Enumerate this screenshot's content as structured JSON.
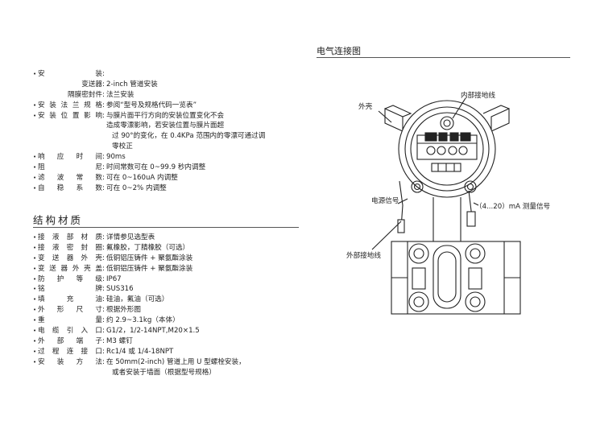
{
  "specs": [
    {
      "label": "安　　装",
      "value": ""
    },
    {
      "label": "变送器",
      "value": "2-inch 管道安装",
      "sub": true
    },
    {
      "label": "隔膜密封件",
      "value": "法兰安装",
      "sub": true
    },
    {
      "label": "安装法兰规格",
      "value": "参阅“型号及规格代码一览表”"
    },
    {
      "label": "安装位置影响",
      "value": "与膜片面平行方向的安装位置变化不会"
    },
    {
      "label": "",
      "value": "造成零漂影响，若安装位置与膜片面超",
      "cont": 1
    },
    {
      "label": "",
      "value": "过 90°的变化，在 0.4KPa 范围内的零漂可通过调",
      "cont": 2
    },
    {
      "label": "",
      "value": "零校正",
      "cont": 2
    },
    {
      "label": "响应时间",
      "value": "90ms"
    },
    {
      "label": "阻　　尼",
      "value": "时间常数可在 0~99.9 秒内调整"
    },
    {
      "label": "滤波常数",
      "value": "可在 0~160uA 内调整"
    },
    {
      "label": "自稳系数",
      "value": "可在 0~2% 内调整"
    }
  ],
  "materials_title": "结构材质",
  "materials": [
    {
      "label": "接液部材质",
      "value": "详情参见选型表"
    },
    {
      "label": "接液密封圈",
      "value": "氟橡胶，丁腈橡胶（可选）"
    },
    {
      "label": "变送器外壳",
      "value": "低铜铝压铸件 + 聚氨酯涂装"
    },
    {
      "label": "变送器外壳盖",
      "value": "低铜铝压铸件 + 聚氨酯涂装"
    },
    {
      "label": "防护等级",
      "value": "IP67"
    },
    {
      "label": "铭　　牌",
      "value": "SUS316"
    },
    {
      "label": "填　充　油",
      "value": "硅油，氟油（可选）"
    },
    {
      "label": "外形尺寸",
      "value": "根据外形图"
    },
    {
      "label": "重　　量",
      "value": "约 2.9~3.1kg（本体）"
    },
    {
      "label": "电缆引入口",
      "value": "G1/2，1/2-14NPT,M20×1.5"
    },
    {
      "label": "外部端子",
      "value": "M3 螺钉"
    },
    {
      "label": "过程连接口",
      "value": "Rc1/4 或 1/4-18NPT"
    },
    {
      "label": "安装方法",
      "value": "在 50mm(2-inch) 管道上用 U 型螺栓安装，"
    },
    {
      "label": "",
      "value": "或者安装于墙面（根据型号规格）",
      "cont": 2
    }
  ],
  "wiring_title": "电气连接图",
  "diagram_labels": {
    "internal_ground": "内部接地线",
    "shell": "外壳",
    "power_signal": "电源信号",
    "measure_signal": "（4...20）mA 测量信号",
    "external_ground": "外部接地线"
  }
}
